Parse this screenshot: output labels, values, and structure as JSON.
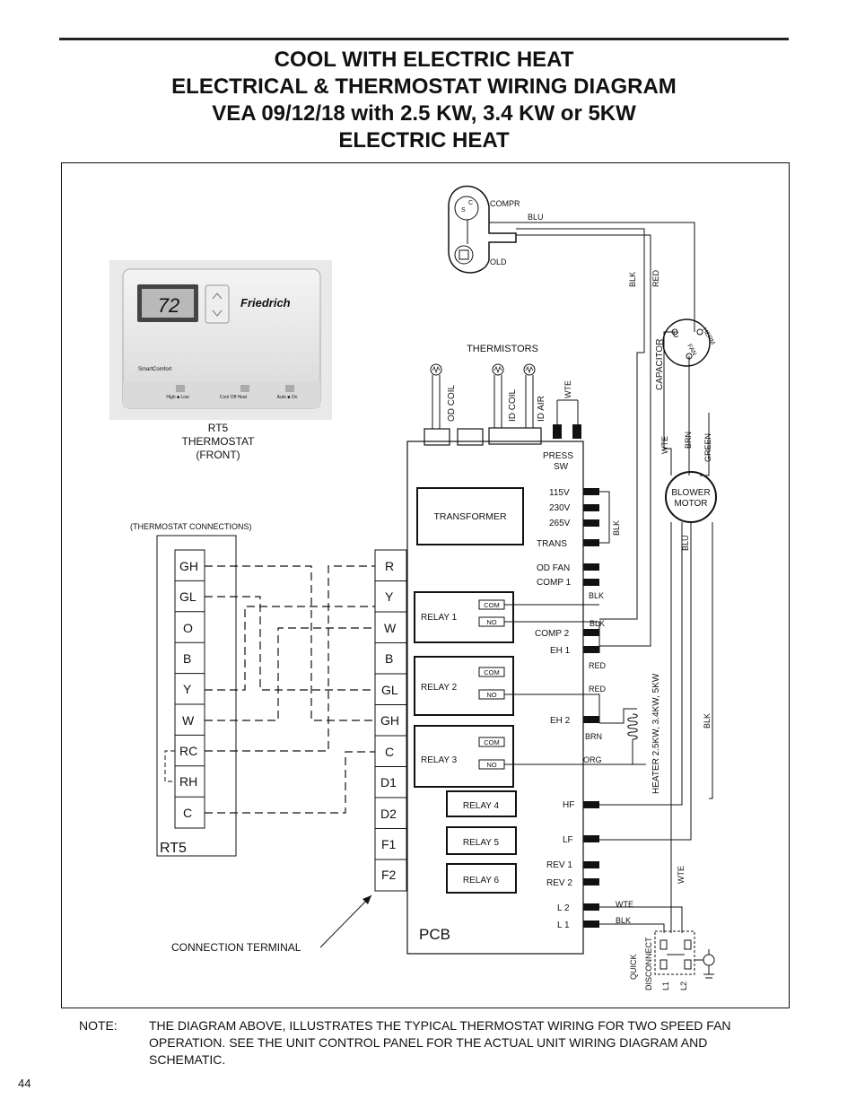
{
  "title_lines": [
    "COOL WITH ELECTRIC HEAT",
    "ELECTRICAL & THERMOSTAT WIRING DIAGRAM",
    "VEA 09/12/18 with 2.5 KW, 3.4 KW or 5KW",
    "ELECTRIC HEAT"
  ],
  "thermostat": {
    "display": "72",
    "brand": "Friedrich",
    "model_text": "SmartComfort",
    "switch_labels": [
      "High ■ Low",
      "Cool  Off  Heat",
      "Auto ■ On"
    ],
    "caption": [
      "RT5",
      "THERMOSTAT",
      "(FRONT)"
    ]
  },
  "thermostat_connections_label": "(THERMOSTAT CONNECTIONS)",
  "rt5_terminals": [
    "GH",
    "GL",
    "O",
    "B",
    "Y",
    "W",
    "RC",
    "RH",
    "C"
  ],
  "rt5_label": "RT5",
  "pcb_terminals": [
    "R",
    "Y",
    "W",
    "B",
    "GL",
    "GH",
    "C",
    "D1",
    "D2",
    "F1",
    "F2"
  ],
  "connection_terminal_label": "CONNECTION  TERMINAL",
  "pcb_label": "PCB",
  "transformer_label": "TRANSFORMER",
  "relays": [
    "RELAY  1",
    "RELAY  2",
    "RELAY  3",
    "RELAY  4",
    "RELAY  5",
    "RELAY  6"
  ],
  "relay_contacts": [
    "COM",
    "NO"
  ],
  "pcb_pins": [
    "PRESS",
    "SW",
    "115V",
    "230V",
    "265V",
    "TRANS",
    "OD  FAN",
    "COMP  1",
    "COMP  2",
    "EH  1",
    "EH  2",
    "HF",
    "LF",
    "REV  1",
    "REV  2",
    "L  2",
    "L  1"
  ],
  "thermistors": {
    "title": "THERMISTORS",
    "labels": [
      "OD  COIL",
      "ID  COIL",
      "ID  AIR"
    ]
  },
  "wire_labels": {
    "compr": "COMPR",
    "old": "OLD",
    "blu": "BLU",
    "blk": "BLK",
    "red": "RED",
    "wte": "WTE",
    "brn": "BRN",
    "green": "GREEN",
    "org": "ORG"
  },
  "capacitor_label": "CAPACITOR",
  "cap_terminals": [
    "C",
    "HERM",
    "FAN"
  ],
  "blower_motor": [
    "BLOWER",
    "MOTOR"
  ],
  "heater_label": "HEATER  2.5KW,  3.4KW,  5KW",
  "quick_disconnect": [
    "QUICK",
    "DISCONNECT",
    "L1",
    "L2"
  ],
  "note_label": "NOTE:",
  "note_text": "THE DIAGRAM ABOVE, ILLUSTRATES THE TYPICAL THERMOSTAT WIRING FOR TWO SPEED FAN OPERATION. SEE THE UNIT CONTROL PANEL FOR THE ACTUAL UNIT WIRING DIAGRAM AND SCHEMATIC.",
  "page_number": "44"
}
